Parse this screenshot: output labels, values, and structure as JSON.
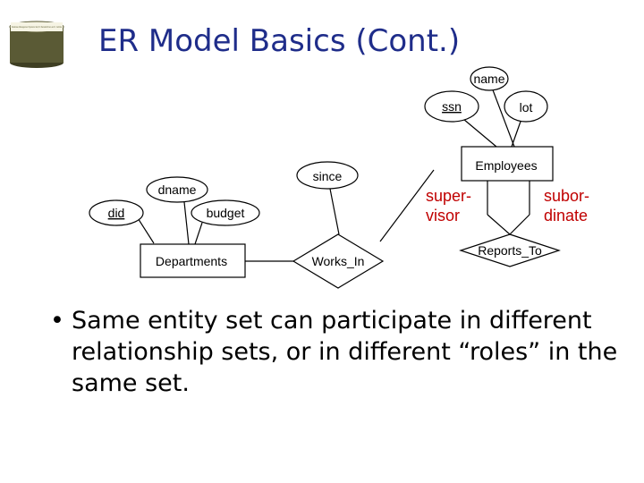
{
  "slide": {
    "title": "ER Model Basics (Cont.)",
    "logo_caption": "Database Management Systems 3ed, R. Ramakrishnan and J. Gehrke"
  },
  "diagram": {
    "attributes": {
      "name": "name",
      "ssn": "ssn",
      "lot": "lot",
      "since": "since",
      "dname": "dname",
      "did": "did",
      "budget": "budget"
    },
    "entities": {
      "employees": "Employees",
      "departments": "Departments"
    },
    "relationships": {
      "works_in": "Works_In",
      "reports_to": "Reports_To"
    },
    "roles": {
      "supervisor_line1": "super-",
      "supervisor_line2": "visor",
      "subordinate_line1": "subor-",
      "subordinate_line2": "dinate"
    }
  },
  "bullet": {
    "marker": "•",
    "text": "Same entity set can participate in different relationship sets, or in different “roles” in the same set."
  },
  "colors": {
    "title": "#1f2d8a",
    "role_labels": "#c00000",
    "logo_body": "#5a5a35"
  }
}
